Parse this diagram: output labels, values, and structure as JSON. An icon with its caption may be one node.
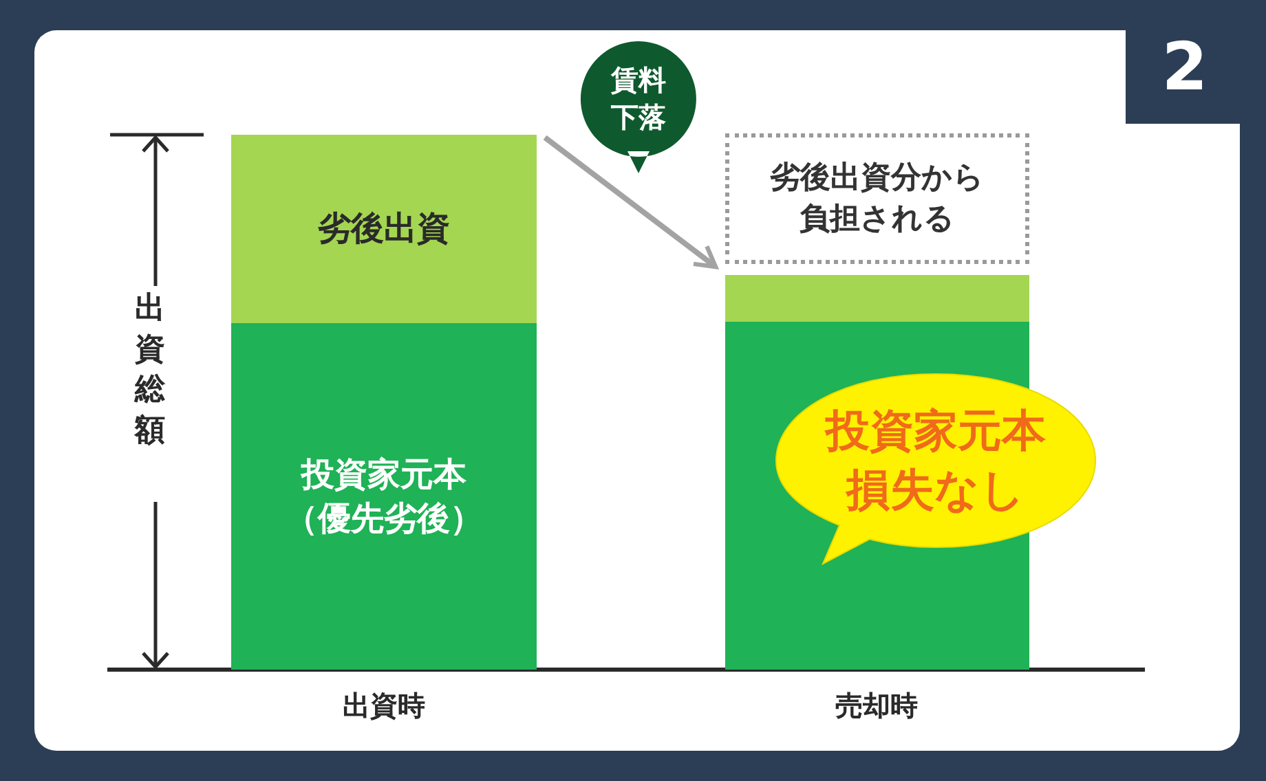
{
  "diagram": {
    "nodes": [
      {
        "text": [
          "劣後出資"
        ]
      },
      {
        "text": [
          "投資家元本（優先劣後）"
        ]
      },
      {
        "text": [],
        "shape": "bar"
      },
      {
        "text": [],
        "shape": "bar"
      },
      {
        "text": [
          "劣後出資分から負担される"
        ]
      },
      {
        "text": [
          "賃料下落"
        ]
      },
      {
        "text": [
          "投資家元本損失なし"
        ]
      },
      {
        "text": [
          "2"
        ]
      }
    ],
    "edges": [
      {
        "from": 0,
        "to": 2,
        "arrow": "to"
      }
    ],
    "labels": [
      "出資総額",
      "出資時",
      "売却時"
    ]
  }
}
